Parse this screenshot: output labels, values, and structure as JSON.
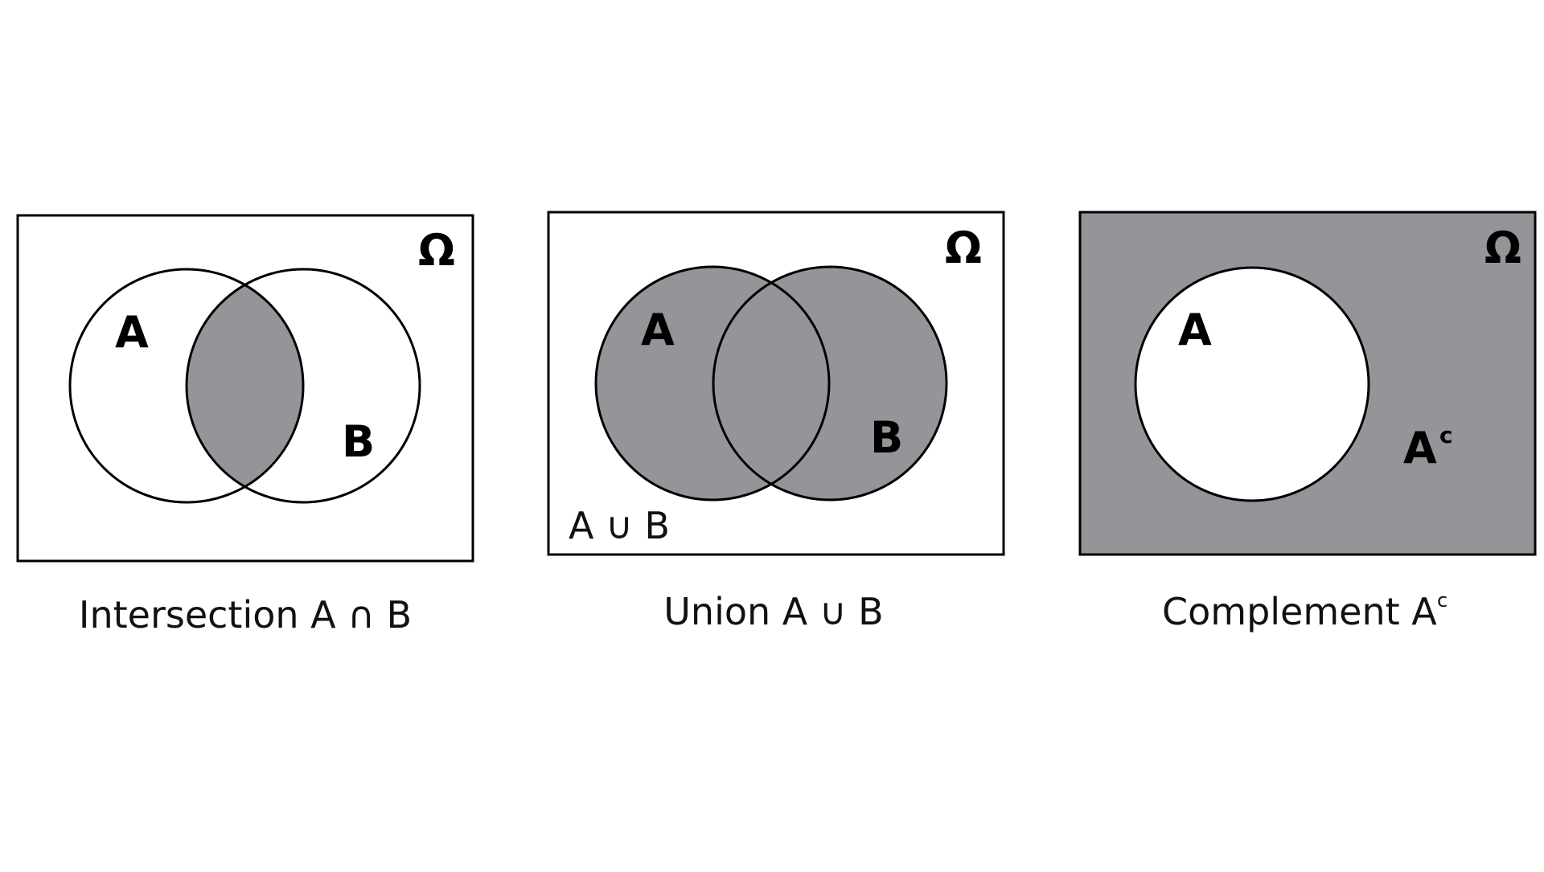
{
  "colors": {
    "shade": "#939598",
    "background": "#ffffff",
    "stroke": "#000000"
  },
  "panels": [
    {
      "universe_label": "Ω",
      "set_a_label": "A",
      "set_b_label": "B",
      "caption": "Intersection A ∩  B",
      "shaded_region": "A-intersect-B"
    },
    {
      "universe_label": "Ω",
      "set_a_label": "A",
      "set_b_label": "B",
      "inner_label": "A  ∪  B",
      "caption": "Union A  ∪  B",
      "shaded_region": "A-union-B"
    },
    {
      "universe_label": "Ω",
      "set_a_label": "A",
      "complement_label": "A",
      "complement_superscript": "c",
      "caption": "Complement A",
      "caption_superscript": "c",
      "shaded_region": "complement-of-A"
    }
  ]
}
